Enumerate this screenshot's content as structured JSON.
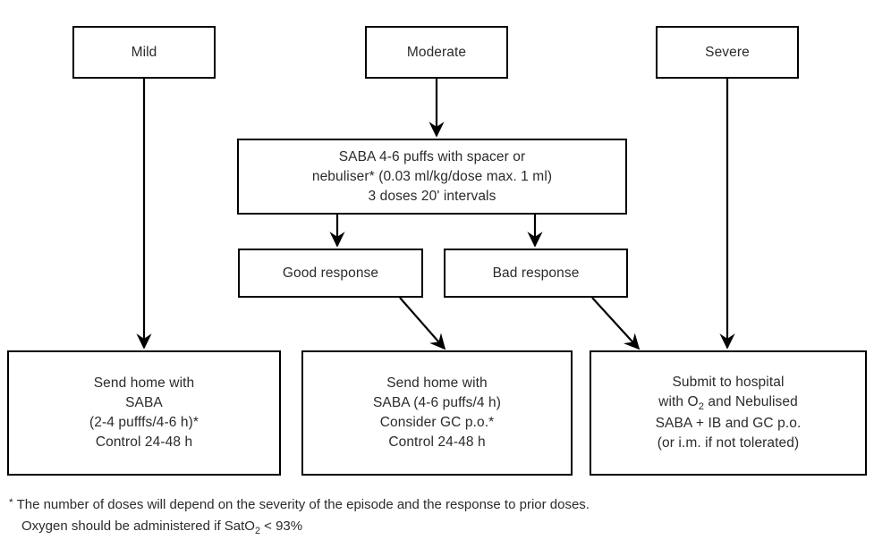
{
  "title": "Asthma exacerbation management flowchart",
  "colors": {
    "stroke": "#000000",
    "text": "#2b2b2b",
    "background": "#ffffff"
  },
  "nodes": {
    "mild": {
      "label": "Mild"
    },
    "moderate": {
      "label": "Moderate"
    },
    "severe": {
      "label": "Severe"
    },
    "saba": {
      "lines": [
        "SABA 4-6 puffs with spacer or",
        "nebuliser* (0.03 ml/kg/dose max. 1 ml)",
        "3 doses 20' intervals"
      ]
    },
    "good_response": {
      "label": "Good response"
    },
    "bad_response": {
      "label": "Bad response"
    },
    "home_mild": {
      "lines": [
        "Send home with",
        "SABA",
        "(2-4 pufffs/4-6 h)*",
        "Control 24-48 h"
      ]
    },
    "home_moderate": {
      "lines": [
        "Send home with",
        "SABA (4-6 puffs/4 h)",
        "Consider GC p.o.*",
        "Control 24-48 h"
      ]
    },
    "hospital": {
      "lines": [
        "Submit to hospital",
        "with O<sub>2</sub> and Nebulised",
        "SABA + IB and GC p.o.",
        "(or i.m. if not tolerated)"
      ]
    }
  },
  "footnote": {
    "marker": "*",
    "lines": [
      "The number of doses will depend on the severity of the episode and the response to prior doses.",
      "Oxygen should be administered if SatO<sub>2</sub> &lt; 93%"
    ]
  },
  "edges": [
    {
      "name": "mild-to-home",
      "from": "mild",
      "to": "home_mild",
      "style": "straight-vertical-arrow"
    },
    {
      "name": "moderate-to-saba",
      "from": "moderate",
      "to": "saba",
      "style": "straight-vertical-arrow"
    },
    {
      "name": "severe-to-hospital",
      "from": "severe",
      "to": "hospital",
      "style": "straight-vertical-arrow"
    },
    {
      "name": "saba-to-good",
      "from": "saba",
      "to": "good_response",
      "style": "straight-vertical-arrow"
    },
    {
      "name": "saba-to-bad",
      "from": "saba",
      "to": "bad_response",
      "style": "straight-vertical-arrow"
    },
    {
      "name": "good-to-home-moderate",
      "from": "good_response",
      "to": "home_moderate",
      "style": "diagonal-arrow"
    },
    {
      "name": "bad-to-hospital",
      "from": "bad_response",
      "to": "hospital",
      "style": "diagonal-arrow"
    }
  ]
}
